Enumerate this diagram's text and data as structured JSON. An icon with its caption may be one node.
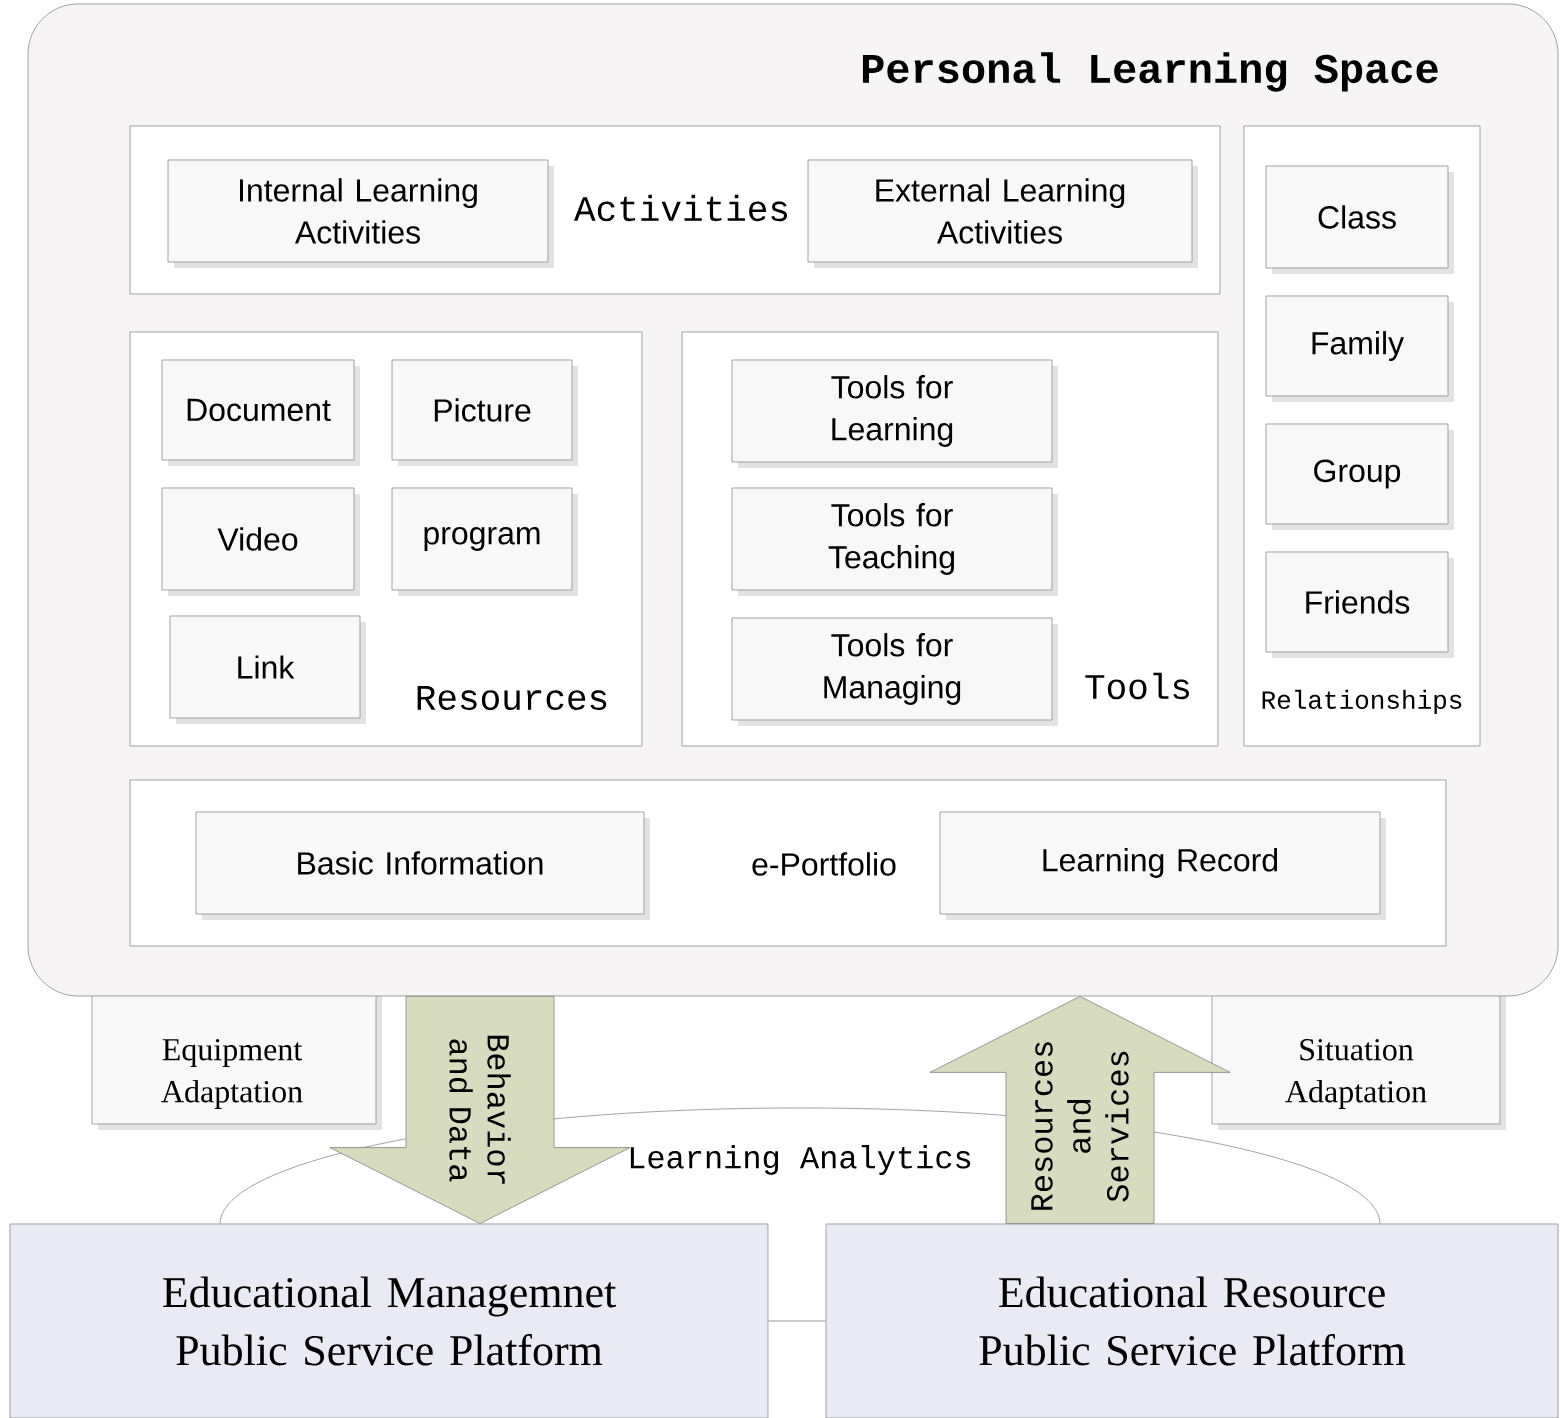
{
  "diagram": {
    "nodes": [
      {
        "text": [
          "Personal Learning Space"
        ]
      },
      {
        "text": [
          "Activities"
        ],
        "in": 0
      },
      {
        "text": [
          "Internal Learning Activities"
        ],
        "in": 1
      },
      {
        "text": [
          "External Learning Activities"
        ],
        "in": 1
      },
      {
        "text": [
          "Resources"
        ],
        "in": 0
      },
      {
        "text": [
          "Document"
        ],
        "in": 4
      },
      {
        "text": [
          "Picture"
        ],
        "in": 4
      },
      {
        "text": [
          "Video"
        ],
        "in": 4
      },
      {
        "text": [
          "program"
        ],
        "in": 4
      },
      {
        "text": [
          "Link"
        ],
        "in": 4
      },
      {
        "text": [
          "Tools"
        ],
        "in": 0
      },
      {
        "text": [
          "Tools for Learning"
        ],
        "in": 10
      },
      {
        "text": [
          "Tools for Teaching"
        ],
        "in": 10
      },
      {
        "text": [
          "Tools for Managing"
        ],
        "in": 10
      },
      {
        "text": [
          "Relationships"
        ],
        "in": 0
      },
      {
        "text": [
          "Class"
        ],
        "in": 14
      },
      {
        "text": [
          "Family"
        ],
        "in": 14
      },
      {
        "text": [
          "Group"
        ],
        "in": 14
      },
      {
        "text": [
          "Friends"
        ],
        "in": 14
      },
      {
        "text": [
          "e-Portfolio"
        ],
        "in": 0
      },
      {
        "text": [
          "Basic Information"
        ],
        "in": 19
      },
      {
        "text": [
          "Learning Record"
        ],
        "in": 19
      },
      {
        "text": [
          "Equipment Adaptation"
        ]
      },
      {
        "text": [
          "Situation Adaptation"
        ]
      },
      {
        "text": [
          "Learning Analytics"
        ]
      },
      {
        "text": [
          "Educational Managemnet Public Service Platform"
        ]
      },
      {
        "text": [
          "Educational Resource Public Service Platform"
        ]
      }
    ],
    "edges": [
      {
        "from": 0,
        "to": 25,
        "arrow": "to",
        "label": "Behavior and Data",
        "style": "thick"
      },
      {
        "from": 26,
        "to": 0,
        "arrow": "to",
        "label": "Resources and Services",
        "style": "thick"
      },
      {
        "from": 25,
        "to": 26,
        "arrow": "none"
      }
    ]
  }
}
